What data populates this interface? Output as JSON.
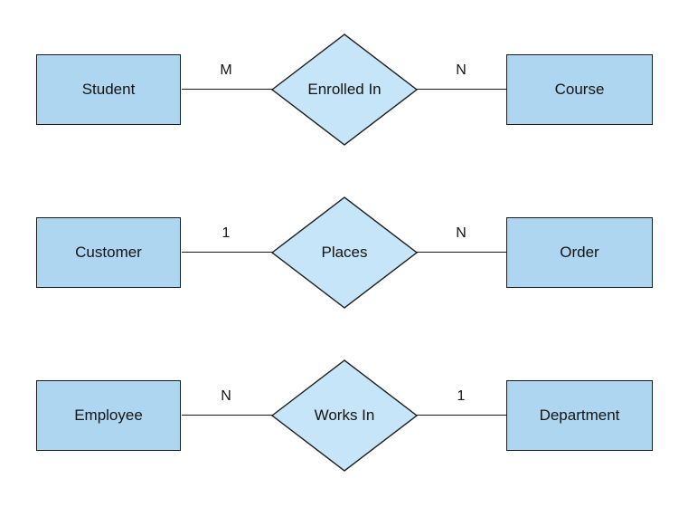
{
  "diagram": {
    "background": "#ffffff",
    "colors": {
      "entity_fill": "#aed6f0",
      "relationship_fill": "#c6e5f8",
      "stroke": "#1a1a1a",
      "text": "#141414"
    },
    "rows": [
      {
        "left_entity": "Student",
        "left_cardinality": "M",
        "relationship": "Enrolled In",
        "right_cardinality": "N",
        "right_entity": "Course"
      },
      {
        "left_entity": "Customer",
        "left_cardinality": "1",
        "relationship": "Places",
        "right_cardinality": "N",
        "right_entity": "Order"
      },
      {
        "left_entity": "Employee",
        "left_cardinality": "N",
        "relationship": "Works In",
        "right_cardinality": "1",
        "right_entity": "Department"
      }
    ]
  }
}
